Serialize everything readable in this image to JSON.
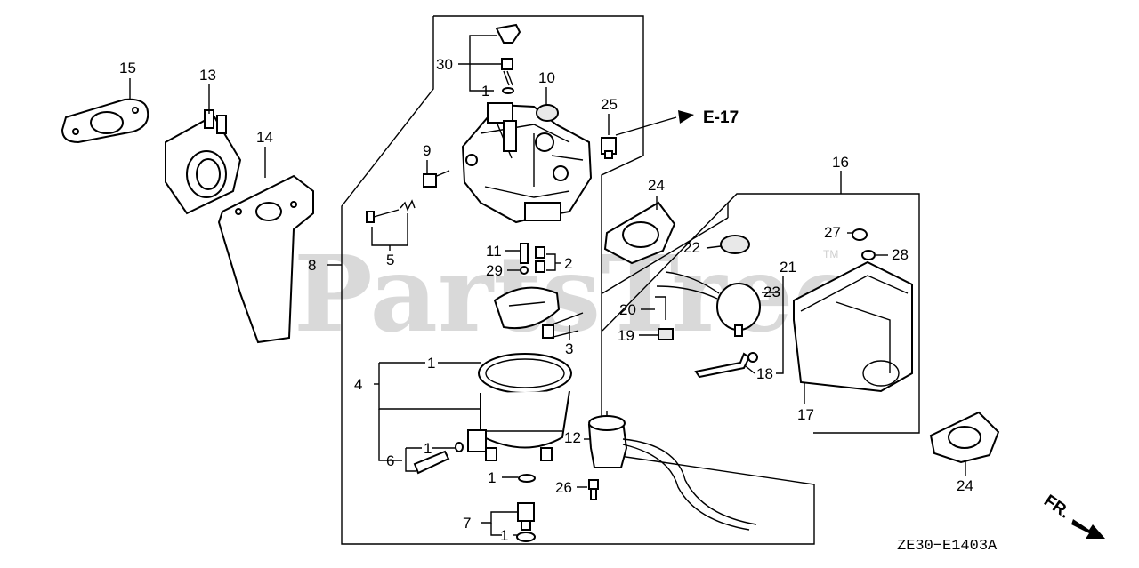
{
  "watermark": {
    "text": "PartsTree",
    "trademark": "TM"
  },
  "reference_label": "E-17",
  "diagram_code": "ZE30−E1403A",
  "direction_label": "FR.",
  "callouts": {
    "p1a": "1",
    "p1b": "1",
    "p1c": "1",
    "p1d": "1",
    "p1e": "1",
    "p2": "2",
    "p3": "3",
    "p4": "4",
    "p5": "5",
    "p6": "6",
    "p7": "7",
    "p8": "8",
    "p9": "9",
    "p10": "10",
    "p11": "11",
    "p12": "12",
    "p13": "13",
    "p14": "14",
    "p15": "15",
    "p16": "16",
    "p17": "17",
    "p18": "18",
    "p19": "19",
    "p20": "20",
    "p21": "21",
    "p22": "22",
    "p23": "23",
    "p24a": "24",
    "p24b": "24",
    "p25": "25",
    "p26": "26",
    "p27": "27",
    "p28": "28",
    "p29": "29",
    "p30": "30"
  }
}
